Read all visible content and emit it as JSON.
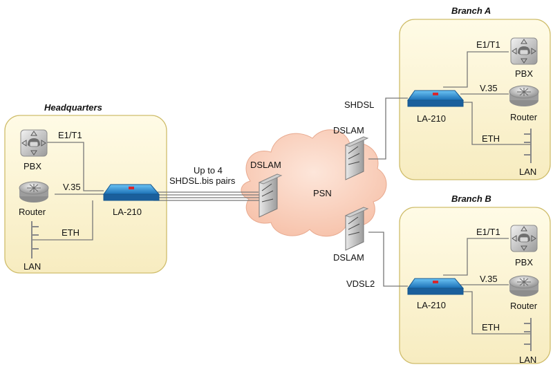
{
  "sites": {
    "hq": {
      "title": "Headquarters",
      "pbx": "PBX",
      "router": "Router",
      "lan": "LAN",
      "e1": "E1/T1",
      "v35": "V.35",
      "eth": "ETH",
      "device": "LA-210"
    },
    "branch_a": {
      "title": "Branch A",
      "pbx": "PBX",
      "router": "Router",
      "lan": "LAN",
      "e1": "E1/T1",
      "v35": "V.35",
      "eth": "ETH",
      "device": "LA-210"
    },
    "branch_b": {
      "title": "Branch B",
      "pbx": "PBX",
      "router": "Router",
      "lan": "LAN",
      "e1": "E1/T1",
      "v35": "V.35",
      "eth": "ETH",
      "device": "LA-210"
    }
  },
  "network": {
    "psn": "PSN",
    "dslam_hq": "DSLAM",
    "dslam_a": "DSLAM",
    "dslam_b": "DSLAM",
    "pairs_line1": "Up to 4",
    "pairs_line2": "SHDSL.bis pairs",
    "shdsl": "SHDSL",
    "vdsl2": "VDSL2"
  },
  "colors": {
    "site_fill": "#fdf6d4",
    "site_border": "#cfbd6b",
    "cloud": "#fbd2c0",
    "device": "#2f9be0",
    "wire": "#777777"
  },
  "icons": [
    "pbx-icon",
    "router-icon",
    "lan-bus-icon",
    "la210-device-icon",
    "dslam-icon",
    "cloud-icon"
  ]
}
